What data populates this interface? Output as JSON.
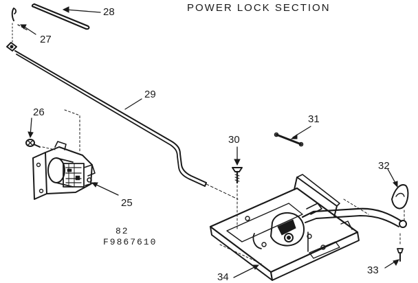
{
  "diagram": {
    "title": "POWER LOCK SECTION",
    "callouts": {
      "c25": "25",
      "c26": "26",
      "c27": "27",
      "c28": "28",
      "c29": "29",
      "c30": "30",
      "c31": "31",
      "c32": "32",
      "c33": "33",
      "c34": "34"
    },
    "drawing_id": {
      "line1": "82",
      "line2": "F9867610"
    }
  }
}
